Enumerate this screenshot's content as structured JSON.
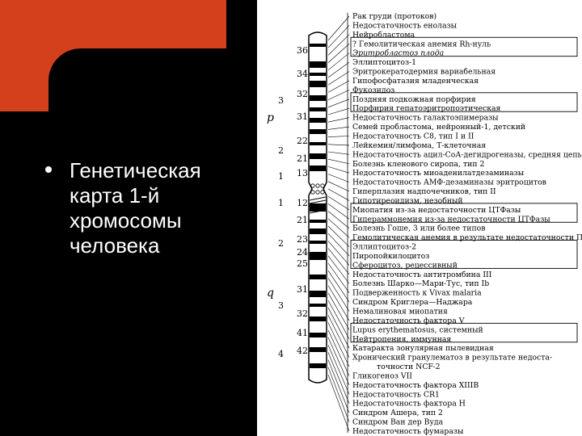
{
  "slide": {
    "bullet_text": "Генетическая карта 1-й хромосомы человека"
  },
  "colors": {
    "accent": "#d4401c",
    "background": "#000000",
    "text": "#ffffff"
  },
  "chromosome": {
    "arm_p": "p",
    "arm_q": "q",
    "regions": [
      {
        "label": "3",
        "arm": "p"
      },
      {
        "label": "2",
        "arm": "p"
      },
      {
        "label": "1",
        "arm": "p"
      },
      {
        "label": "1",
        "arm": "q"
      },
      {
        "label": "2",
        "arm": "q"
      },
      {
        "label": "3",
        "arm": "q"
      },
      {
        "label": "4",
        "arm": "q"
      }
    ],
    "bands": [
      "36",
      "34",
      "32",
      "31",
      "22",
      "21",
      "13",
      "12",
      "21",
      "23",
      "24",
      "25",
      "31",
      "32",
      "41",
      "42"
    ]
  },
  "annotations": [
    "Рак груди (протоков)",
    "Недостаточность енолазы",
    "Нейробластома",
    "? Гемолитическая анемия Rh-нуль",
    "Эритробластоз плода",
    "Эллиптоцитоз-1",
    "Эритрокератодермия вариабельная",
    "Гипофосфатазия младенческая",
    "Фукозидоз",
    "Поздняя подкожная порфирия",
    "Порфирия гепатоэритропоэтическая",
    "Недостаточность галактоэпимеразы",
    "Семей пробластома, нейронный-1, детский",
    "Недостаточность C8, тип I и II",
    "Лейкемия/лимфома, Т-клеточная",
    "Недостаточность ацил-СоА-дегидрогеназы, средняя цепь",
    "Болезнь кленового сиропа, тип 2",
    "Недостаточность миоаденилатдезаминазы",
    "Недостаточность АМФ-дезаминазы эритроцитов",
    "Гиперплазия надпочечников, тип II",
    "Гипотиреоидизм, незобный",
    "Миопатия из-за недостаточности ЦТФазы",
    "Гипераммонемия из-за недостаточности ЦТФазы",
    "Болезнь Гоше, 3 или более типов",
    "Гемолитическая анемия в результате недостаточности ПК",
    "Эллиптоцитоз-2",
    "Пиропойкилоцитоз",
    "Сфероцитоз, рецессивный",
    "Недостаточность антитромбина III",
    "Болезнь Шарко—Мари-Тус, тип Ib",
    "Подверженность к Vivax malaria",
    "Синдром Криглера—Наджара",
    "Немалиновая миопатия",
    "Недостаточность фактора V",
    "Lupus erythematosus, системный",
    "Нейтропения, иммунная",
    "Катаракта зонулярная пылевидная",
    "Хронический гранулематоз в результате недоста-",
    "точности NCF-2",
    "Гликогеноз VII",
    "Недостаточность фактора XIIIB",
    "Недостаточность CR1",
    "Недостаточность фактора H",
    "Синдром Ашера, тип 2",
    "Синдром Ван дер Вуда",
    "Недостаточность фумаразы"
  ]
}
